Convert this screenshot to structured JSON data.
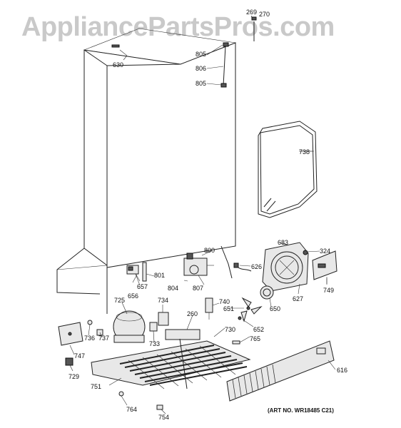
{
  "watermark": "AppliancePartsPros.com",
  "art_number": "(ART NO. WR18485 C21)",
  "callouts": {
    "c269": "269",
    "c270": "270",
    "c805a": "805",
    "c806": "806",
    "c805b": "805",
    "c630": "630",
    "c738": "738",
    "c683": "683",
    "c324": "324",
    "c800": "800",
    "c626": "626",
    "c801": "801",
    "c804": "804",
    "c807": "807",
    "c657": "657",
    "c656": "656",
    "c749": "749",
    "c627": "627",
    "c725": "725",
    "c734": "734",
    "c740": "740",
    "c650": "650",
    "c651": "651",
    "c260": "260",
    "c652": "652",
    "c730": "730",
    "c736": "736",
    "c737": "737",
    "c733": "733",
    "c765": "765",
    "c747": "747",
    "c729": "729",
    "c616": "616",
    "c751": "751",
    "c764": "764",
    "c754": "754"
  }
}
